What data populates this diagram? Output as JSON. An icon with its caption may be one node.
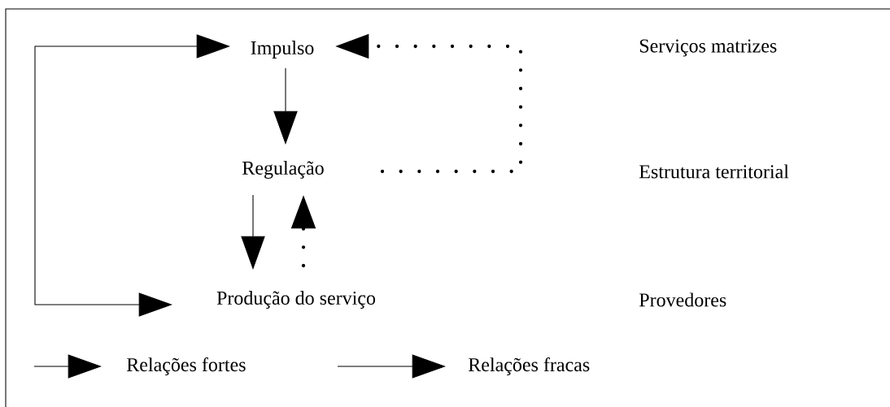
{
  "diagram": {
    "nodes": [
      {
        "text": [
          "Impulso"
        ]
      },
      {
        "text": [
          "Regulação"
        ]
      },
      {
        "text": [
          "Produção do serviço"
        ]
      }
    ],
    "edges": [
      {
        "from": 2,
        "to": 0,
        "arrow": "both"
      },
      {
        "from": 0,
        "to": 1,
        "arrow": "to"
      },
      {
        "from": 1,
        "to": 2,
        "arrow": "to"
      },
      {
        "from": 2,
        "to": 1,
        "arrow": "to",
        "style": "dashed"
      },
      {
        "from": 1,
        "to": 0,
        "arrow": "to",
        "style": "dashed"
      }
    ],
    "labels": [
      "Serviços matrizes",
      "Estrutura territorial",
      "Provedores"
    ],
    "legend": [
      {
        "text": "Relações fortes"
      },
      {
        "text": "Relações fracas"
      }
    ]
  }
}
